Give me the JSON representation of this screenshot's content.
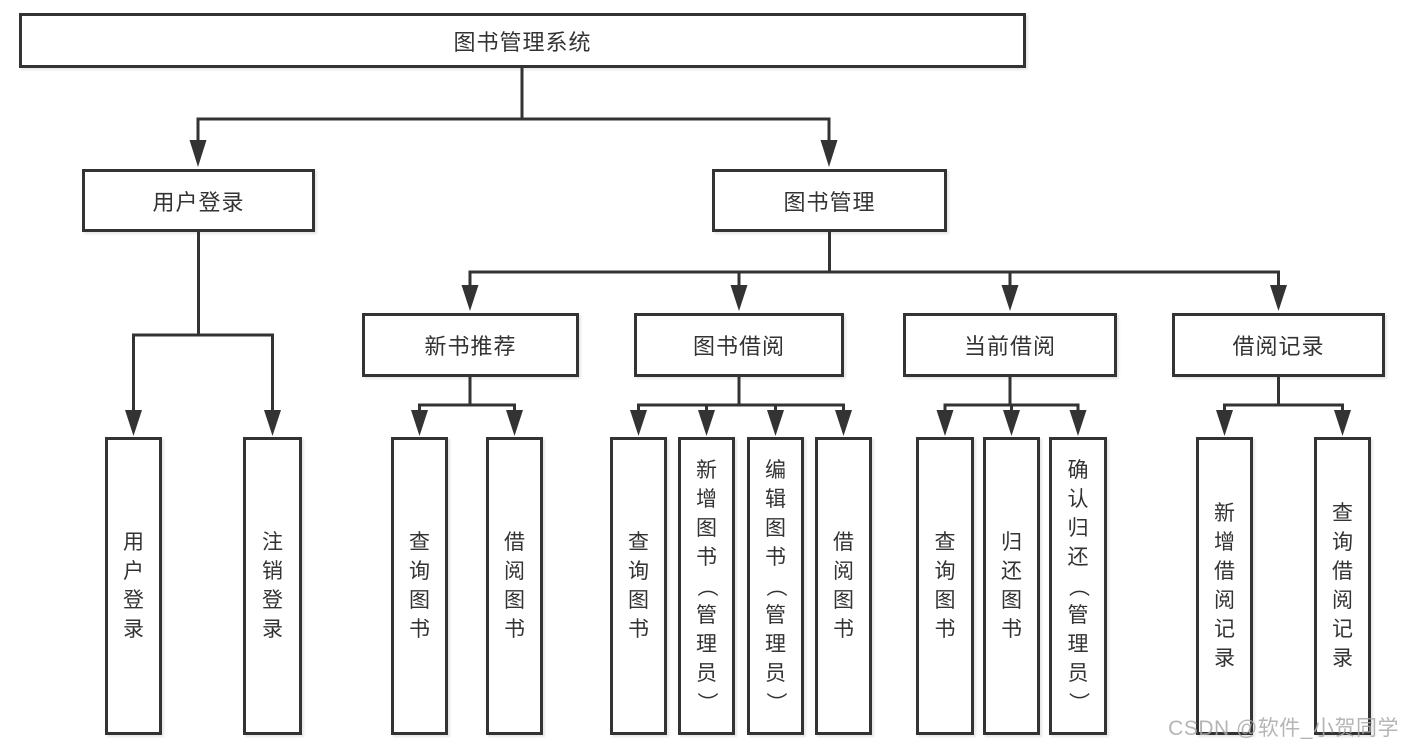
{
  "diagram": {
    "root": {
      "label": "图书管理系统"
    },
    "level2": [
      {
        "label": "用户登录"
      },
      {
        "label": "图书管理"
      }
    ],
    "level3": [
      {
        "label": "新书推荐",
        "parent": "图书管理"
      },
      {
        "label": "图书借阅",
        "parent": "图书管理"
      },
      {
        "label": "当前借阅",
        "parent": "图书管理"
      },
      {
        "label": "借阅记录",
        "parent": "图书管理"
      }
    ],
    "leaves": [
      {
        "label": "用户登录",
        "parent": "用户登录"
      },
      {
        "label": "注销登录",
        "parent": "用户登录"
      },
      {
        "label": "查询图书",
        "parent": "新书推荐"
      },
      {
        "label": "借阅图书",
        "parent": "新书推荐"
      },
      {
        "label": "查询图书",
        "parent": "图书借阅"
      },
      {
        "label": "新增图书（管理员）",
        "parent": "图书借阅"
      },
      {
        "label": "编辑图书（管理员）",
        "parent": "图书借阅"
      },
      {
        "label": "借阅图书",
        "parent": "图书借阅"
      },
      {
        "label": "查询图书",
        "parent": "当前借阅"
      },
      {
        "label": "归还图书",
        "parent": "当前借阅"
      },
      {
        "label": "确认归还（管理员）",
        "parent": "当前借阅"
      },
      {
        "label": "新增借阅记录",
        "parent": "借阅记录"
      },
      {
        "label": "查询借阅记录",
        "parent": "借阅记录"
      }
    ],
    "colors": {
      "line": "#333333",
      "text": "#333333",
      "box_background": "#ffffff"
    }
  },
  "watermark": {
    "text": "CSDN @软件_小贺同学"
  }
}
